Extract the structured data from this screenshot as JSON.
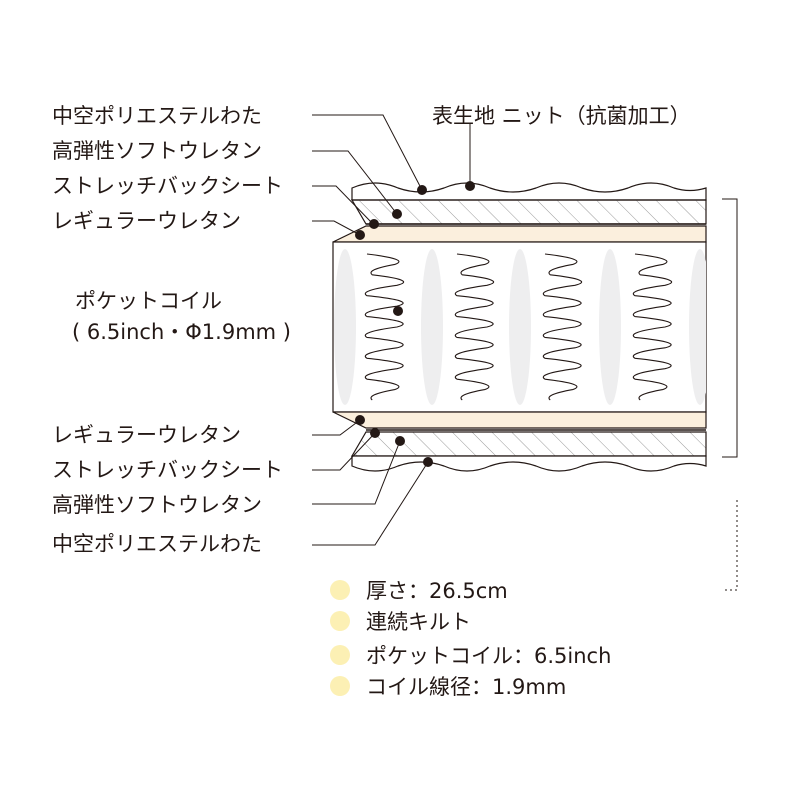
{
  "labels": {
    "top": {
      "fiber": "中空ポリエステルわた",
      "high_resilience": "高弾性ソフトウレタン",
      "stretch_sheet": "ストレッチバックシート",
      "regular_urethane": "レギュラーウレタン"
    },
    "fabric": "表生地 ニット（抗菌加工）",
    "coil_title": "ポケットコイル",
    "coil_spec": "( 6.5inch・Φ1.9mm )",
    "bottom": {
      "regular_urethane": "レギュラーウレタン",
      "stretch_sheet": "ストレッチバックシート",
      "high_resilience": "高弾性ソフトウレタン",
      "fiber": "中空ポリエステルわた"
    }
  },
  "specs": [
    "厚さ：26.5cm",
    "連続キルト",
    "ポケットコイル：6.5inch",
    "コイル線径：1.9mm"
  ],
  "colors": {
    "line": "#231815",
    "urethane_layer": "#fbefdd",
    "spec_bullet": "#fcf0b4",
    "coil_highlight": "#eeeeef"
  }
}
